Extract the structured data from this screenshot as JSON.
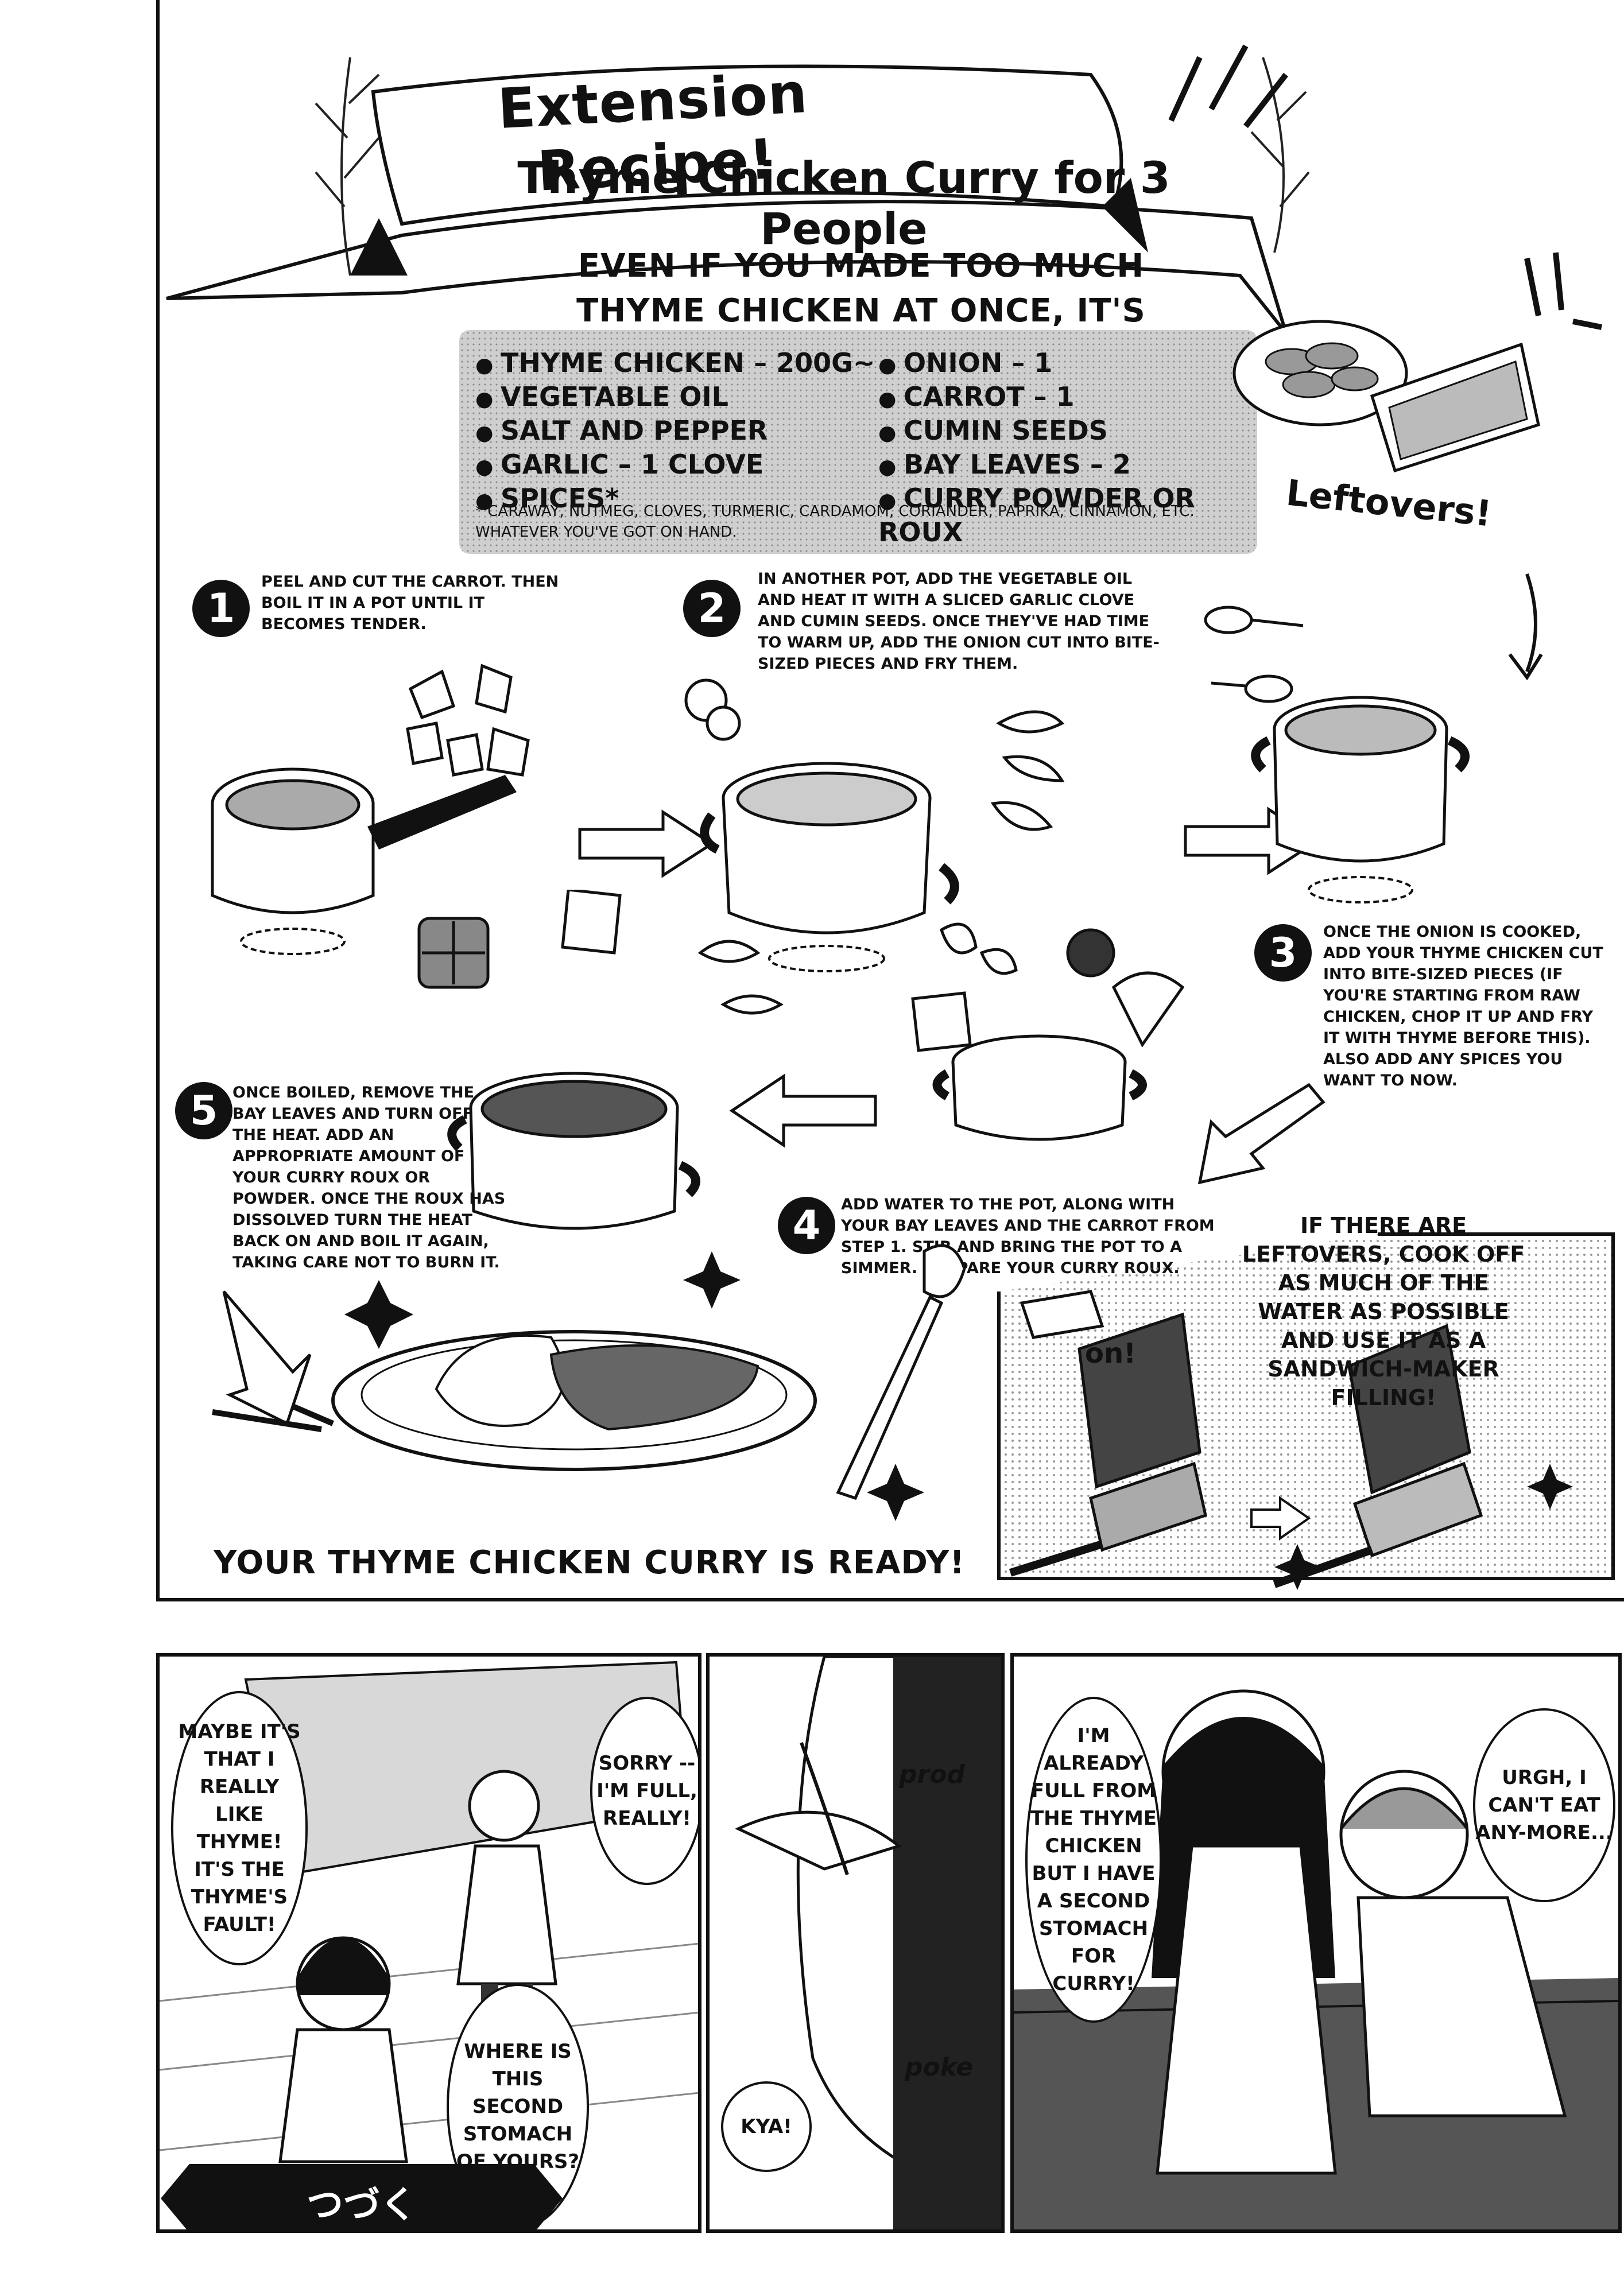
{
  "recipe": {
    "banner_title": "Extension Recipe!",
    "banner_subtitle": "Thyme Chicken Curry for 3 People",
    "intro": "EVEN IF YOU MADE TOO MUCH THYME CHICKEN AT ONCE, IT'S OKAY!",
    "ingredients_left": [
      "THYME CHICKEN – 200G~",
      "VEGETABLE OIL",
      "SALT AND PEPPER",
      "GARLIC – 1 CLOVE",
      "SPICES*"
    ],
    "ingredients_right": [
      "ONION – 1",
      "CARROT – 1",
      "CUMIN SEEDS",
      "BAY LEAVES – 2",
      "CURRY POWDER OR ROUX"
    ],
    "spices_note": "* CARAWAY, NUTMEG, CLOVES, TURMERIC, CARDAMOM, CORIANDER, PAPRIKA, CINNAMON, ETC. WHATEVER YOU'VE GOT ON HAND.",
    "leftovers_label": "Leftovers!",
    "steps": [
      {
        "number": "1",
        "text": "PEEL AND CUT THE CARROT. THEN BOIL IT IN A POT UNTIL IT BECOMES TENDER."
      },
      {
        "number": "2",
        "text": "IN ANOTHER POT, ADD THE VEGETABLE OIL AND HEAT IT WITH A SLICED GARLIC CLOVE AND CUMIN SEEDS.  ONCE THEY'VE HAD TIME TO WARM UP, ADD THE ONION CUT INTO BITE-SIZED PIECES AND FRY THEM."
      },
      {
        "number": "3",
        "text": "ONCE THE ONION IS COOKED, ADD YOUR THYME CHICKEN CUT INTO BITE-SIZED PIECES (IF YOU'RE STARTING FROM RAW CHICKEN, CHOP IT UP AND FRY IT WITH THYME BEFORE THIS).  ALSO ADD ANY SPICES YOU WANT TO NOW."
      },
      {
        "number": "4",
        "text": "ADD WATER TO THE POT, ALONG WITH YOUR BAY LEAVES AND THE CARROT FROM STEP 1. STIR AND BRING THE POT TO A SIMMER. PREPARE YOUR CURRY ROUX."
      },
      {
        "number": "5",
        "text": "ONCE BOILED, REMOVE THE BAY LEAVES AND TURN OFF THE HEAT. ADD AN APPROPRIATE AMOUNT OF YOUR CURRY ROUX OR POWDER. ONCE THE ROUX HAS DISSOLVED TURN THE HEAT BACK ON AND BOIL IT AGAIN, TAKING CARE NOT TO BURN IT."
      }
    ],
    "sandwich_note": "IF THERE ARE LEFTOVERS, COOK OFF AS MUCH OF THE WATER AS POSSIBLE AND USE IT AS A SANDWICH-MAKER FILLING!",
    "sandwich_sfx": "on!",
    "final_caption": "YOUR THYME CHICKEN CURRY IS READY!"
  },
  "panels": {
    "p1": {
      "bubble_a": "MAYBE IT'S THAT I REALLY LIKE THYME! IT'S THE THYME'S FAULT!",
      "bubble_b": "SORRY -- I'M FULL, REALLY!",
      "bubble_c": "WHERE IS THIS SECOND STOMACH OF YOURS?"
    },
    "p2": {
      "sfx_prod": "prod",
      "sfx_poke": "poke",
      "bubble_kya": "KYA!"
    },
    "p3": {
      "bubble_a": "I'M ALREADY FULL FROM THE THYME CHICKEN BUT I HAVE A SECOND STOMACH FOR CURRY!",
      "bubble_b": "URGH, I CAN'T EAT ANY-MORE..."
    }
  },
  "footer": {
    "tsuzuku": "つづく"
  }
}
